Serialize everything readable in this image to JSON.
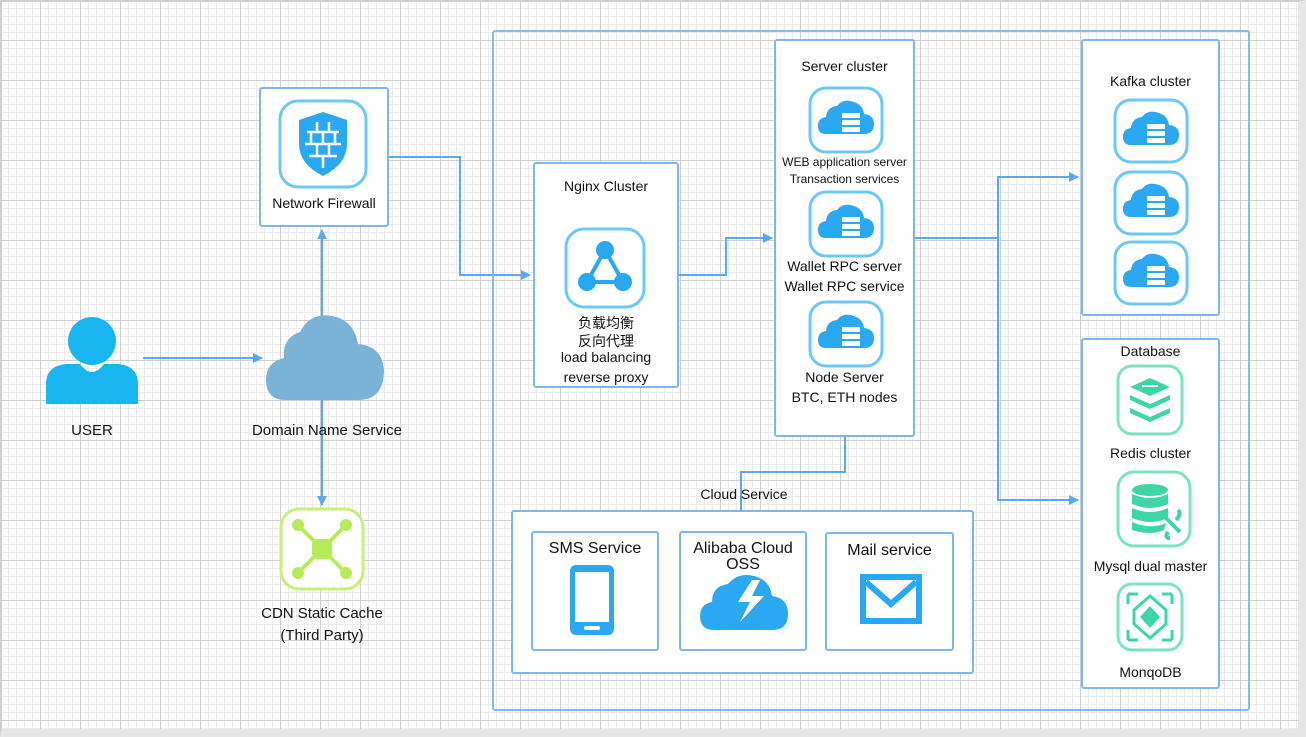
{
  "colors": {
    "line": "#5aa9f0",
    "icon": "#2aa8f2",
    "border": "#7fb6f0",
    "cloud": "#7ab2d8",
    "cdn": "#b6ec5c",
    "db": "#3fd6a6"
  },
  "user": {
    "label": "USER",
    "icon": "user-icon"
  },
  "dns": {
    "label": "Domain Name Service",
    "icon": "cloud-icon"
  },
  "firewall": {
    "label": "Network Firewall",
    "icon": "firewall-icon"
  },
  "cdn": {
    "line1": "CDN Static Cache",
    "line2": "(Third Party)",
    "icon": "cdn-icon"
  },
  "nginx": {
    "title": "Nginx Cluster",
    "line1": "负载均衡",
    "line2": "反向代理",
    "line3": "load balancing",
    "line4": "reverse proxy",
    "icon": "load-balancer-icon"
  },
  "server_cluster": {
    "title": "Server cluster",
    "web": {
      "line1": "WEB application server",
      "line2": "Transaction services"
    },
    "wallet": {
      "line1": "Wallet RPC server",
      "line2": "Wallet RPC service"
    },
    "node": {
      "line1": "Node Server",
      "line2": "BTC, ETH nodes"
    }
  },
  "kafka": {
    "title": "Kafka cluster"
  },
  "database": {
    "title": "Database",
    "redis": "Redis cluster",
    "mysql": "Mysql dual master",
    "mongo": "MonqoDB"
  },
  "cloud_service": {
    "title": "Cloud Service",
    "sms": "SMS Service",
    "oss_line1": "Alibaba Cloud",
    "oss_line2": "OSS",
    "mail": "Mail service"
  }
}
